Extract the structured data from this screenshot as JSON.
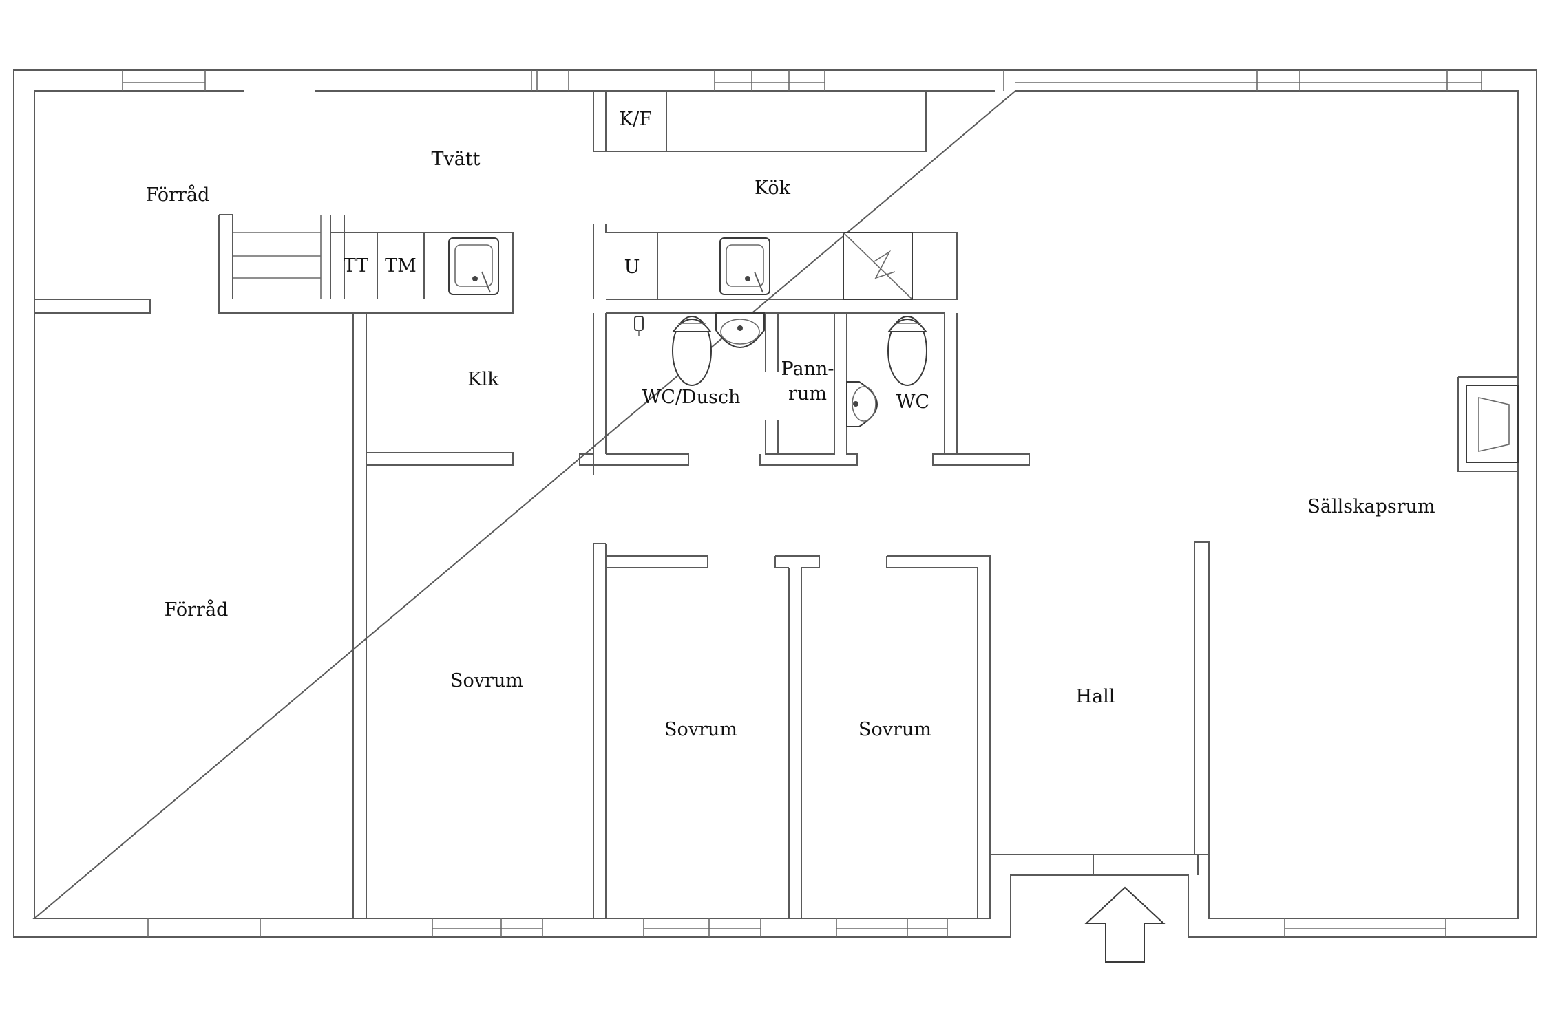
{
  "rooms": {
    "forrad_top": "Förråd",
    "tvatt": "Tvätt",
    "kok": "Kök",
    "kf": "K/F",
    "tt": "TT",
    "tm": "TM",
    "u": "U",
    "klk": "Klk",
    "wc_dusch": "WC/Dusch",
    "pannrum_line1": "Pann-",
    "pannrum_line2": "rum",
    "wc": "WC",
    "sallskapsrum": "Sällskapsrum",
    "forrad_large": "Förråd",
    "sovrum_1": "Sovrum",
    "sovrum_2": "Sovrum",
    "sovrum_3": "Sovrum",
    "hall": "Hall"
  },
  "icons": {
    "entrance": "entrance-arrow-icon",
    "stove": "stove-icon",
    "sink": "sink-icon",
    "toilet": "toilet-icon",
    "washbasin": "washbasin-icon",
    "fireplace": "fireplace-icon",
    "stairs": "stairs-icon"
  }
}
